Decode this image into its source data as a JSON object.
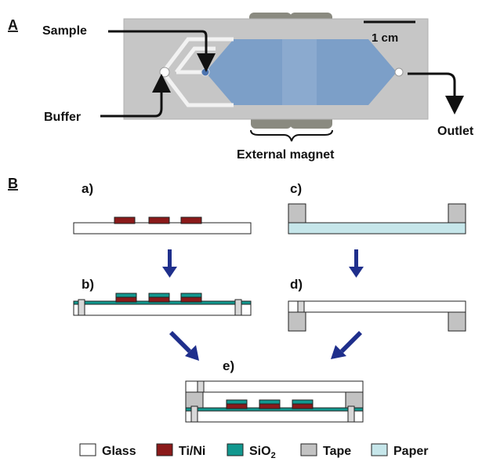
{
  "panel_a": {
    "label": "A",
    "scale_bar": "1 cm",
    "callouts": {
      "sample": "Sample",
      "buffer": "Buffer",
      "outlet": "Outlet",
      "magnet": "External magnet"
    }
  },
  "panel_b": {
    "label": "B",
    "steps": [
      "a)",
      "b)",
      "c)",
      "d)",
      "e)"
    ]
  },
  "legend": {
    "items": [
      {
        "label": "Glass",
        "color": "#ffffff",
        "sub": ""
      },
      {
        "label": "Ti/Ni",
        "color": "#8b1a1a",
        "sub": ""
      },
      {
        "label": "SiO",
        "color": "#12988f",
        "sub": "2"
      },
      {
        "label": "Tape",
        "color": "#c2c2c2",
        "sub": ""
      },
      {
        "label": "Paper",
        "color": "#c6e6ea",
        "sub": ""
      }
    ]
  },
  "colors": {
    "arrow": "#1f2f8c",
    "channel": "#6f98c8",
    "chip": "#c9c9c9",
    "magnet": "#8a8a80",
    "outline": "#222222"
  }
}
